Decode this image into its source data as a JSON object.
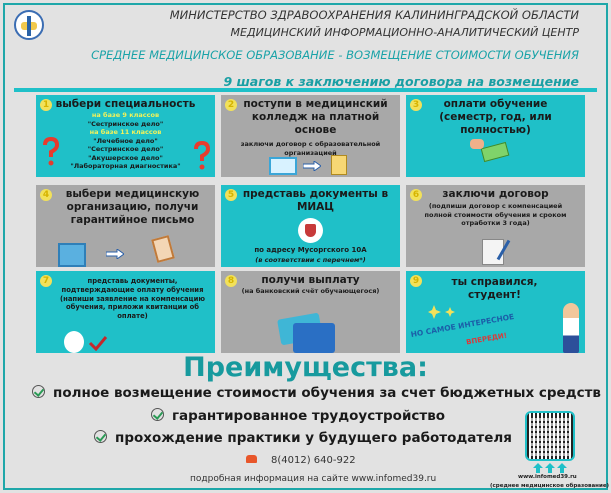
{
  "header": {
    "ministry": "МИНИСТЕРСТВО ЗДРАВООХРАНЕНИЯ КАЛИНИНГРАДСКОЙ ОБЛАСТИ",
    "center": "МЕДИЦИНСКИЙ ИНФОРМАЦИОННО-АНАЛИТИЧЕСКИЙ ЦЕНТР",
    "subtitle": "СРЕДНЕЕ МЕДИЦИНСКОЕ ОБРАЗОВАНИЕ - ВОЗМЕЩЕНИЕ СТОИМОСТИ ОБУЧЕНИЯ",
    "steps_title": "9 шагов к заключению договора на возмещение"
  },
  "steps": [
    {
      "num": "1",
      "title": "выбери специальность",
      "base9": "на базе 9 классов",
      "spec9": "\"Сестринское дело\"",
      "base11": "на базе 11 классов",
      "spec11": [
        "\"Лечебное дело\"",
        "\"Сестринское дело\"",
        "\"Акушерское дело\"",
        "\"Лабораторная диагностика\""
      ]
    },
    {
      "num": "2",
      "title": "поступи в медицинский колледж на платной основе",
      "sub": "заключи договор с образовательной организацией"
    },
    {
      "num": "3",
      "title": "оплати обучение (семестр, год, или полностью)"
    },
    {
      "num": "4",
      "title": "выбери медицинскую организацию, получи гарантийное письмо"
    },
    {
      "num": "5",
      "title": "представь документы в МИАЦ",
      "address": "по адресу Мусоргского 10А",
      "note": "(в соответствии с перечнем*)"
    },
    {
      "num": "6",
      "title": "заключи договор",
      "sub": "(подпиши договор с компенсацией полной стоимости обучения и сроком отработки 3 года)"
    },
    {
      "num": "7",
      "title": "представь документы, подтверждающие оплату обучения (напиши заявление на компенсацию обучения, приложи квитанции об оплате)"
    },
    {
      "num": "8",
      "title": "получи выплату",
      "sub": "(на банковский счёт обучающегося)"
    },
    {
      "num": "9",
      "title": "ты справился, студент!",
      "banner1": "НО САМОЕ ИНТЕРЕСНОЕ",
      "banner2": "ВПЕРЕДИ!"
    }
  ],
  "advantages": {
    "title": "Преимущества:",
    "items": [
      "полное возмещение стоимости обучения за счет бюджетных средств",
      "гарантированное трудоустройство",
      "прохождение практики у будущего работодателя"
    ]
  },
  "footer": {
    "phone": "8(4012) 640-922",
    "site": "подробная информация на сайте www.infomed39.ru",
    "qr_url": "www.infomed39.ru",
    "qr_note": "(среднее медицинское образование)"
  }
}
